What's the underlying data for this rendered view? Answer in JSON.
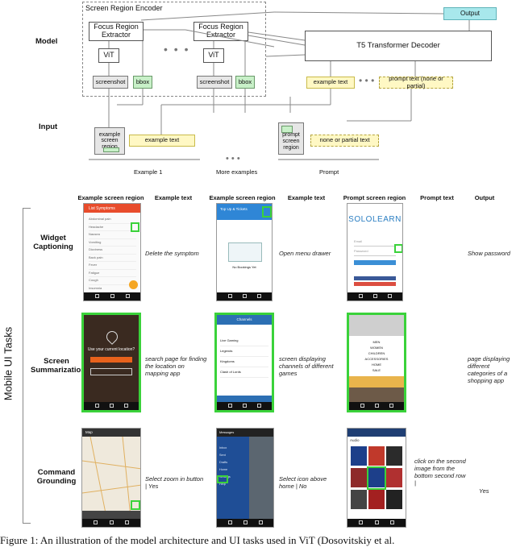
{
  "model_diagram": {
    "row_labels": {
      "model": "Model",
      "input": "Input"
    },
    "encoder_title": "Screen Region Encoder",
    "focus_extractor": "Focus Region Extractor",
    "vit": "ViT",
    "screenshot": "screenshot",
    "bbox": "bbox",
    "decoder": "T5 Transformer Decoder",
    "output": "Output",
    "example_text": "example text",
    "prompt_text": "prompt text (none or partial)",
    "example_screen_region": "example screen region",
    "prompt_screen_region": "prompt screen region",
    "none_or_partial": "none or partial text",
    "group_labels": {
      "example1": "Example 1",
      "more": "More examples",
      "prompt": "Prompt"
    },
    "colors": {
      "gray": "#e6e6e6",
      "green": "#c8f0c8",
      "yellow": "#fff8c4",
      "teal": "#a8e8ec"
    }
  },
  "tasks_table": {
    "side_label": "Mobile UI Tasks",
    "headers": [
      "Example screen region",
      "Example text",
      "Example screen region",
      "Example text",
      "Prompt screen region",
      "Prompt text",
      "Output"
    ],
    "rows": [
      {
        "task": "Widget Captioning",
        "example1_text": "Delete the symptom",
        "example2_text": "Open menu drawer",
        "prompt_text": "",
        "output": "Show password",
        "screens": [
          {
            "title": "List Symptoms",
            "items": [
              "Abdominal pain",
              "Headache",
              "Nausea",
              "Vomiting",
              "Dizziness",
              "Back pain",
              "Fever",
              "Fatigue",
              "Cough",
              "Insomnia"
            ]
          },
          {
            "title": "Top Up & Tickets",
            "caption": "No Bookings Yet"
          },
          {
            "title": "SOLOLEARN",
            "fields": [
              "Email",
              "Password"
            ]
          }
        ]
      },
      {
        "task": "Screen Summarization",
        "example1_text": "search page for finding the location on mapping app",
        "example2_text": "screen displaying channels of different games",
        "prompt_text": "",
        "output": "page displaying different categories of a shopping app",
        "screens": [
          {
            "title": "Use your current location?"
          },
          {
            "title": "Channels",
            "items": [
              "Live Gaming",
              "Legends",
              "Kingdoms",
              "Clash of Lords"
            ]
          },
          {
            "title": "",
            "items": [
              "MEN",
              "WOMEN",
              "CHILDREN",
              "ACCESSORIES",
              "HOME",
              "SALE"
            ]
          }
        ]
      },
      {
        "task": "Command Grounding",
        "example1_text": "Select zoom in button | Yes",
        "example2_text": "Select icon above home | No",
        "prompt_text": "click on the second image from the bottom second row |",
        "output": "Yes",
        "screens": [
          {
            "title": "Map"
          },
          {
            "title": "Messages",
            "items": [
              "Inbox",
              "Sent",
              "Drafts",
              "Home",
              "Settings",
              "Help"
            ]
          },
          {
            "title": "Audio"
          }
        ]
      }
    ]
  },
  "footer": "Figure 1: An illustration of the model architecture and UI tasks used in ViT (Dosovitskiy et al."
}
